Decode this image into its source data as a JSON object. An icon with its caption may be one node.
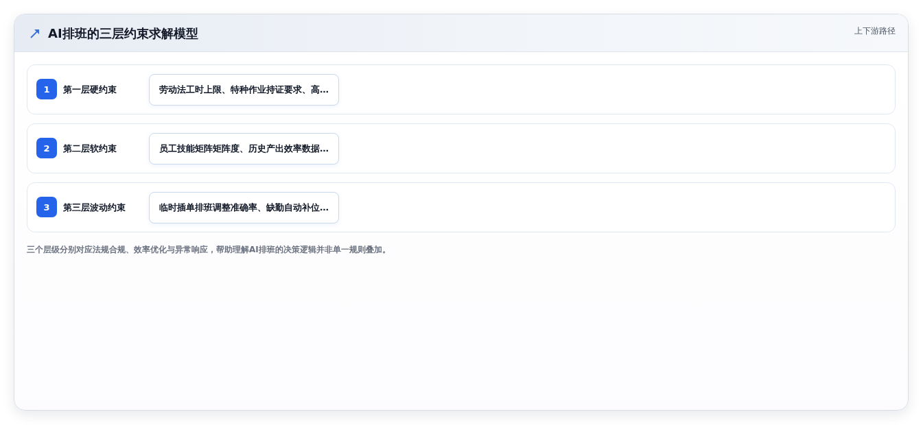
{
  "diagram": {
    "title": "AI排班的三层约束求解模型",
    "nodes": [
      {
        "text": [
          "第一层硬约束"
        ]
      },
      {
        "text": [
          "1"
        ],
        "in": 0
      },
      {
        "text": [
          "劳动法工时上限、特种作业持证要求、高…"
        ],
        "in": 0
      },
      {
        "text": [
          "第二层软约束"
        ]
      },
      {
        "text": [
          "2"
        ],
        "in": 3
      },
      {
        "text": [
          "员工技能矩阵矩阵度、历史产出效率数据…"
        ],
        "in": 3
      },
      {
        "text": [
          "第三层波动约束"
        ]
      },
      {
        "text": [
          "3"
        ],
        "in": 6
      },
      {
        "text": [
          "临时插单排班调整准确率、缺勤自动补位…"
        ],
        "in": 6
      }
    ],
    "labels": [
      "上下游路径",
      "三个层级分别对应法规合规、效率优化与异常响应，帮助理解AI排班的决策逻辑并非单一规则叠加。"
    ]
  }
}
